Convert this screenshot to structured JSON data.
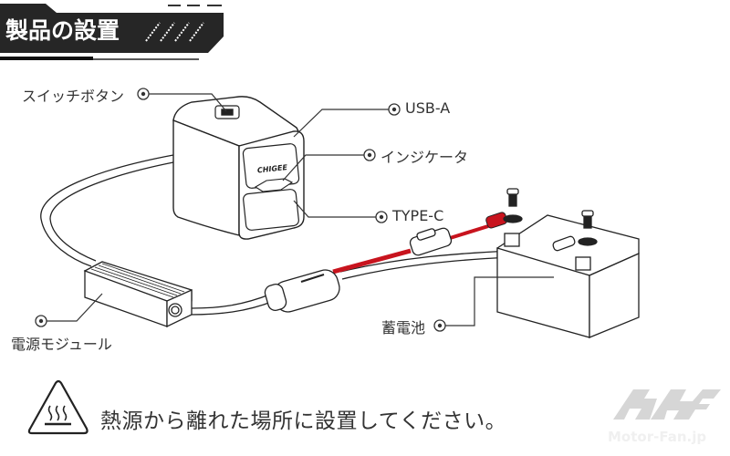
{
  "header": {
    "title": "製品の設置"
  },
  "labels": {
    "switch_button": "スイッチボタン",
    "usb_a": "USB-A",
    "indicator": "インジケータ",
    "type_c": "TYPE-C",
    "power_module": "電源モジュール",
    "battery": "蓄電池"
  },
  "device": {
    "brand_mark": "CHIGEE"
  },
  "warning": {
    "icon": "hot-surface-warning-icon",
    "text": "熱源から離れた場所に設置してください。"
  },
  "watermark": {
    "text": "Motor-Fan.jp"
  },
  "colors": {
    "header_bg": "#2a2a2a",
    "cable_red": "#c8141e",
    "line": "#222222",
    "watermark": "#d6d6d6"
  }
}
